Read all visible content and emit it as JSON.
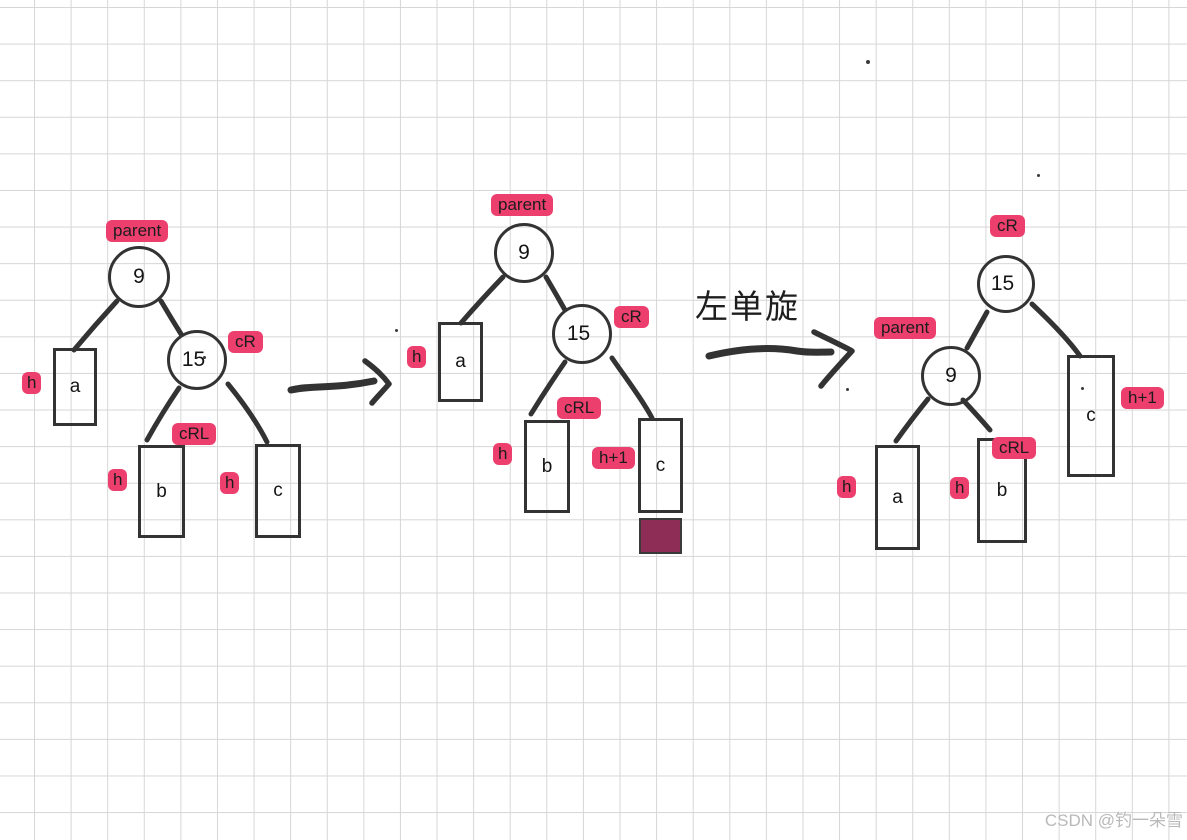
{
  "meta": {
    "title_label": "左单旋",
    "watermark": "CSDN @钓一朵雪",
    "colors": {
      "accent_pink": "#ED3F6E",
      "ink": "#333333",
      "maroon_fill": "#8E2E56",
      "grid_line": "#D6D6D6",
      "watermark_gray": "#B9B9B9"
    }
  },
  "tree_before": {
    "parent_tag": "parent",
    "root": "9",
    "right_child": "15",
    "cr_tag": "cR",
    "crl_tag": "cRL",
    "subtree_a": "a",
    "subtree_b": "b",
    "subtree_c": "c",
    "height_a": "h",
    "height_b": "h",
    "height_c": "h"
  },
  "tree_inserted": {
    "parent_tag": "parent",
    "root": "9",
    "right_child": "15",
    "cr_tag": "cR",
    "crl_tag": "cRL",
    "subtree_a": "a",
    "subtree_b": "b",
    "subtree_c": "c",
    "height_a": "h",
    "height_b": "h",
    "height_c": "h+1"
  },
  "tree_rotated": {
    "cr_tag": "cR",
    "root": "15",
    "parent_tag": "parent",
    "left_child": "9",
    "crl_tag": "cRL",
    "subtree_a": "a",
    "subtree_b": "b",
    "subtree_c": "c",
    "height_a": "h",
    "height_b": "h",
    "height_c": "h+1"
  }
}
